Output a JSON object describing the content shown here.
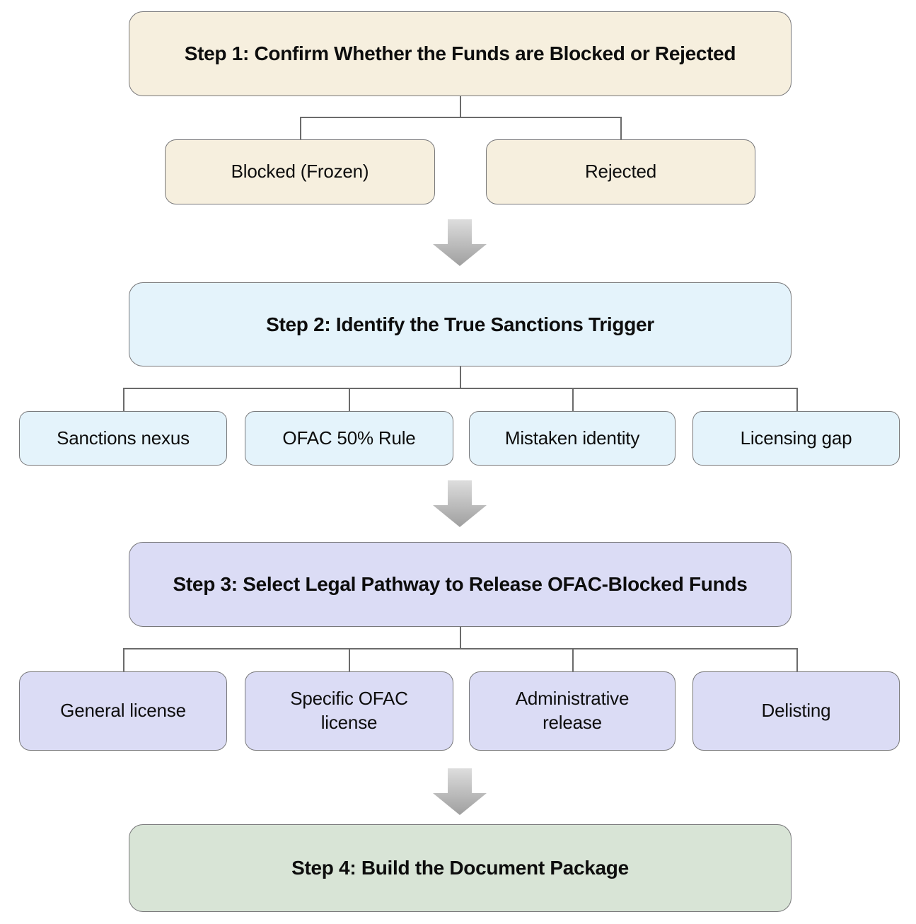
{
  "flowchart": {
    "steps": [
      {
        "title": "Step 1: Confirm Whether the Funds are Blocked or Rejected",
        "fill": "#f6efde",
        "children": [
          {
            "label": "Blocked (Frozen)"
          },
          {
            "label": "Rejected"
          }
        ]
      },
      {
        "title": "Step 2: Identify the True Sanctions Trigger",
        "fill": "#e4f3fb",
        "children": [
          {
            "label": "Sanctions nexus"
          },
          {
            "label": "OFAC 50% Rule"
          },
          {
            "label": "Mistaken identity"
          },
          {
            "label": "Licensing gap"
          }
        ]
      },
      {
        "title": "Step 3: Select Legal Pathway to Release OFAC-Blocked Funds",
        "fill": "#dbdcf5",
        "children": [
          {
            "label": "General license"
          },
          {
            "label": "Specific OFAC license"
          },
          {
            "label": "Administrative release"
          },
          {
            "label": "Delisting"
          }
        ]
      },
      {
        "title": "Step 4: Build the Document Package",
        "fill": "#d8e4d6",
        "children": []
      }
    ],
    "palette": {
      "border": "#78787a",
      "connector": "#6b6b6b",
      "arrow_gradient_top": "#dddddd",
      "arrow_gradient_bottom": "#9f9f9f",
      "text": "#0d0d0d",
      "background": "#ffffff"
    }
  }
}
